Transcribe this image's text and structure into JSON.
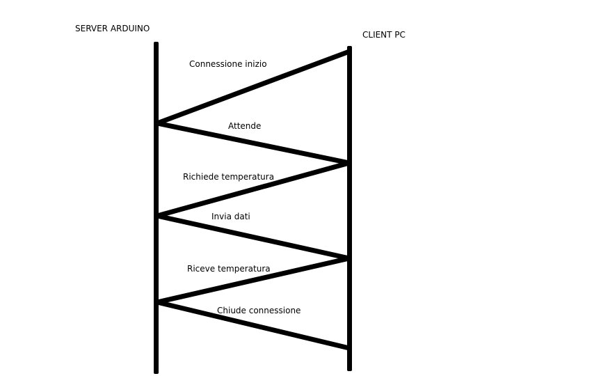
{
  "participants": {
    "server": "SERVER ARDUINO",
    "client": "CLIENT PC"
  },
  "messages": [
    {
      "label": "Connessione inizio",
      "from": "client",
      "to": "server"
    },
    {
      "label": "Attende",
      "from": "server",
      "to": "client"
    },
    {
      "label": "Richiede temperatura",
      "from": "client",
      "to": "server"
    },
    {
      "label": "Invia dati",
      "from": "server",
      "to": "client"
    },
    {
      "label": "Riceve temperatura",
      "from": "client",
      "to": "server"
    },
    {
      "label": "Chiude connessione",
      "from": "server",
      "to": "client"
    }
  ],
  "colors": {
    "line": "#000000",
    "background": "#ffffff",
    "text": "#000000"
  }
}
